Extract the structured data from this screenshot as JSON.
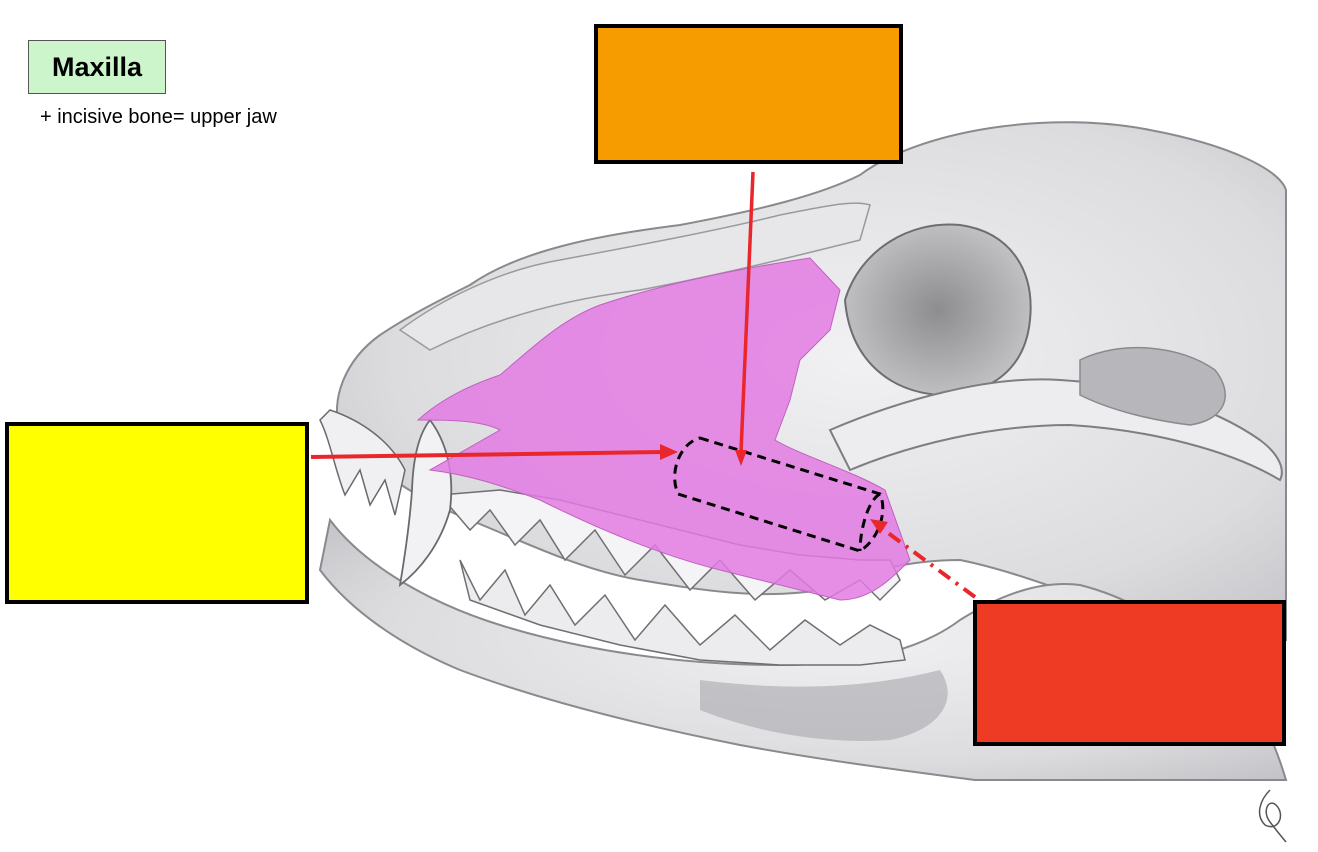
{
  "title": "Maxilla",
  "subtitle": "+ incisive bone= upper jaw",
  "colors": {
    "maxilla_region": "#e37be3",
    "arrows": "#e8262b",
    "label_top": "#f79c00",
    "label_left": "#ffff00",
    "label_right": "#ee3b23",
    "title_bg": "#ccf5cc"
  },
  "label_boxes": [
    {
      "id": "top",
      "text": ""
    },
    {
      "id": "left",
      "text": ""
    },
    {
      "id": "right",
      "text": ""
    }
  ]
}
